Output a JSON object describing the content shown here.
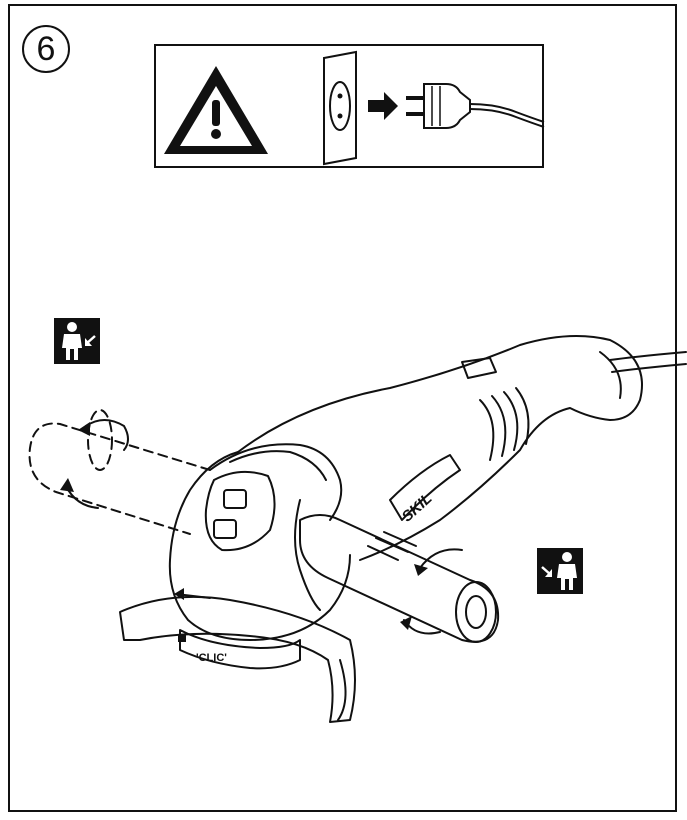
{
  "step": {
    "number": "6"
  },
  "warning": {
    "symbol": "warning-triangle-icon",
    "action": "unplug-from-socket"
  },
  "tool": {
    "brand": "SKIL",
    "collar_label": "'CLIC'"
  },
  "handle_positions": {
    "left_icon": "person-left-hand-icon",
    "right_icon": "person-right-hand-icon"
  },
  "colors": {
    "ink": "#111111",
    "paper": "#ffffff"
  }
}
